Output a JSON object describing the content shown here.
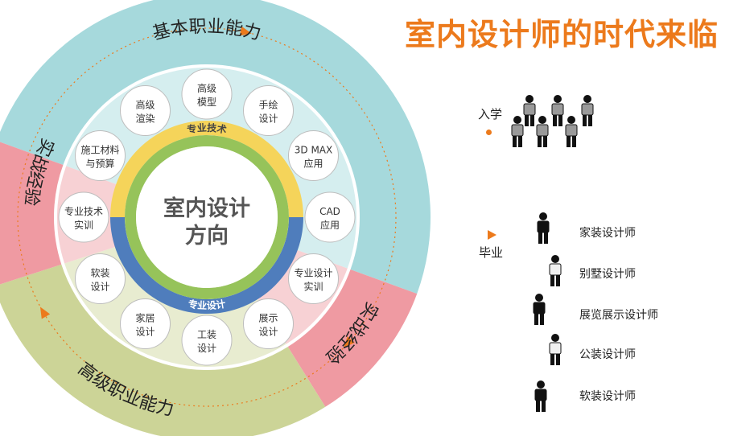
{
  "title": "室内设计师的时代来临",
  "center": {
    "line1": "室内设计",
    "line2": "方向"
  },
  "inner_ring": {
    "top": "专业技术",
    "bottom": "专业设计"
  },
  "outer_ring": {
    "top": "基本职业能力",
    "bottom": "高级职业能力",
    "left": "实战经验",
    "right": "实战经验"
  },
  "bubbles": [
    {
      "l1": "高级",
      "l2": "模型"
    },
    {
      "l1": "手绘",
      "l2": "设计"
    },
    {
      "l1": "3D MAX",
      "l2": "应用"
    },
    {
      "l1": "CAD",
      "l2": "应用"
    },
    {
      "l1": "专业设计",
      "l2": "实训"
    },
    {
      "l1": "展示",
      "l2": "设计"
    },
    {
      "l1": "工装",
      "l2": "设计"
    },
    {
      "l1": "家居",
      "l2": "设计"
    },
    {
      "l1": "软装",
      "l2": "设计"
    },
    {
      "l1": "专业技术",
      "l2": "实训"
    },
    {
      "l1": "施工材料",
      "l2": "与预算"
    },
    {
      "l1": "高级",
      "l2": "渲染"
    }
  ],
  "legend": {
    "enroll": "入学",
    "graduate": "毕业"
  },
  "roles": [
    "家装设计师",
    "别墅设计师",
    "展览展示设计师",
    "公装设计师",
    "软装设计师"
  ],
  "colors": {
    "teal": "#a6d9dc",
    "pink": "#ef9aa2",
    "olive": "#ccd497",
    "yellow": "#f5d45a",
    "green": "#96c35a",
    "blue": "#4f7dbc",
    "orange": "#ec7a1c"
  }
}
